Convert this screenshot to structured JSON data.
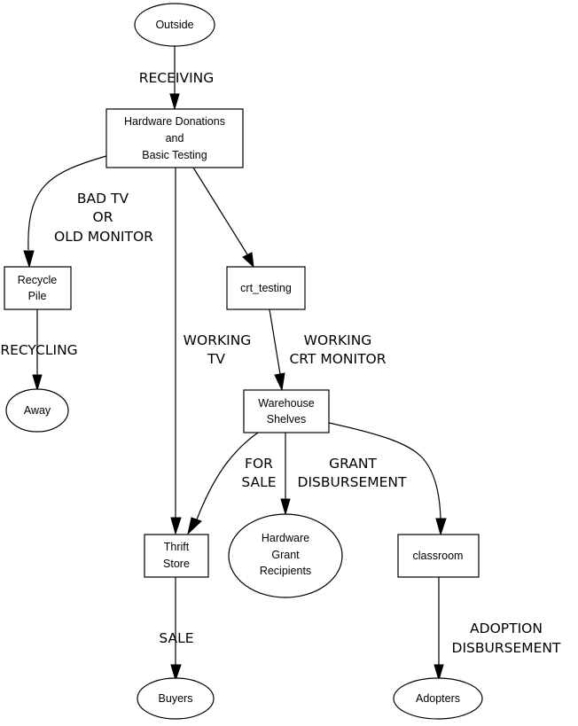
{
  "diagram": {
    "type": "flowchart",
    "nodes": {
      "outside": {
        "shape": "ellipse",
        "lines": [
          "Outside"
        ]
      },
      "hardware_donations": {
        "shape": "box",
        "lines": [
          "Hardware Donations",
          "and",
          "Basic Testing"
        ]
      },
      "recycle_pile": {
        "shape": "box",
        "lines": [
          "Recycle",
          "Pile"
        ]
      },
      "crt_testing": {
        "shape": "box",
        "lines": [
          "crt_testing"
        ]
      },
      "away": {
        "shape": "ellipse",
        "lines": [
          "Away"
        ]
      },
      "warehouse_shelves": {
        "shape": "box",
        "lines": [
          "Warehouse",
          "Shelves"
        ]
      },
      "thrift_store": {
        "shape": "box",
        "lines": [
          "Thrift",
          "Store"
        ]
      },
      "hardware_grant_recipients": {
        "shape": "ellipse",
        "lines": [
          "Hardware",
          "Grant",
          "Recipients"
        ]
      },
      "classroom": {
        "shape": "box",
        "lines": [
          "classroom"
        ]
      },
      "buyers": {
        "shape": "ellipse",
        "lines": [
          "Buyers"
        ]
      },
      "adopters": {
        "shape": "ellipse",
        "lines": [
          "Adopters"
        ]
      }
    },
    "edges": {
      "receiving": {
        "from": "Outside",
        "to": "Hardware Donations and Basic Testing",
        "lines": [
          "RECEIVING"
        ]
      },
      "bad_tv": {
        "from": "Hardware Donations and Basic Testing",
        "to": "Recycle Pile",
        "lines": [
          "BAD TV",
          "OR",
          "OLD MONITOR"
        ]
      },
      "working_tv": {
        "from": "Hardware Donations and Basic Testing",
        "to": "Thrift Store",
        "lines": [
          "WORKING",
          "TV"
        ]
      },
      "to_crt_testing": {
        "from": "Hardware Donations and Basic Testing",
        "to": "crt_testing",
        "lines": []
      },
      "recycling": {
        "from": "Recycle Pile",
        "to": "Away",
        "lines": [
          "RECYCLING"
        ]
      },
      "working_crt": {
        "from": "crt_testing",
        "to": "Warehouse Shelves",
        "lines": [
          "WORKING",
          "CRT MONITOR"
        ]
      },
      "for_sale": {
        "from": "Warehouse Shelves",
        "to": "Thrift Store",
        "lines": [
          "FOR",
          "SALE"
        ]
      },
      "grant_disbursement": {
        "from": "Warehouse Shelves",
        "to": "Hardware Grant Recipients",
        "lines": [
          "GRANT",
          "DISBURSEMENT"
        ]
      },
      "to_classroom": {
        "from": "Warehouse Shelves",
        "to": "classroom",
        "lines": []
      },
      "sale": {
        "from": "Thrift Store",
        "to": "Buyers",
        "lines": [
          "SALE"
        ]
      },
      "adoption_disbursement": {
        "from": "classroom",
        "to": "Adopters",
        "lines": [
          "ADOPTION",
          "DISBURSEMENT"
        ]
      }
    }
  }
}
